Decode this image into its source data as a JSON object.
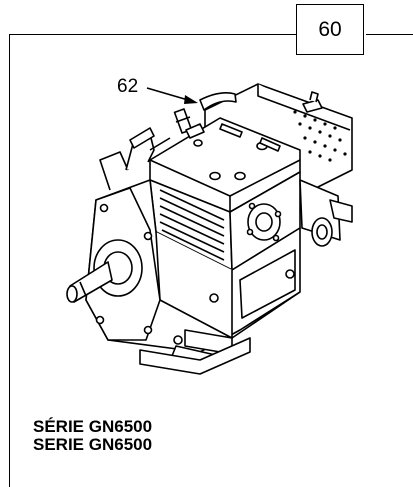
{
  "callout": {
    "number": "60"
  },
  "part_label": {
    "number": "62"
  },
  "series": {
    "line1": "SÉRIE GN6500",
    "line2": "SERIE GN6500"
  }
}
